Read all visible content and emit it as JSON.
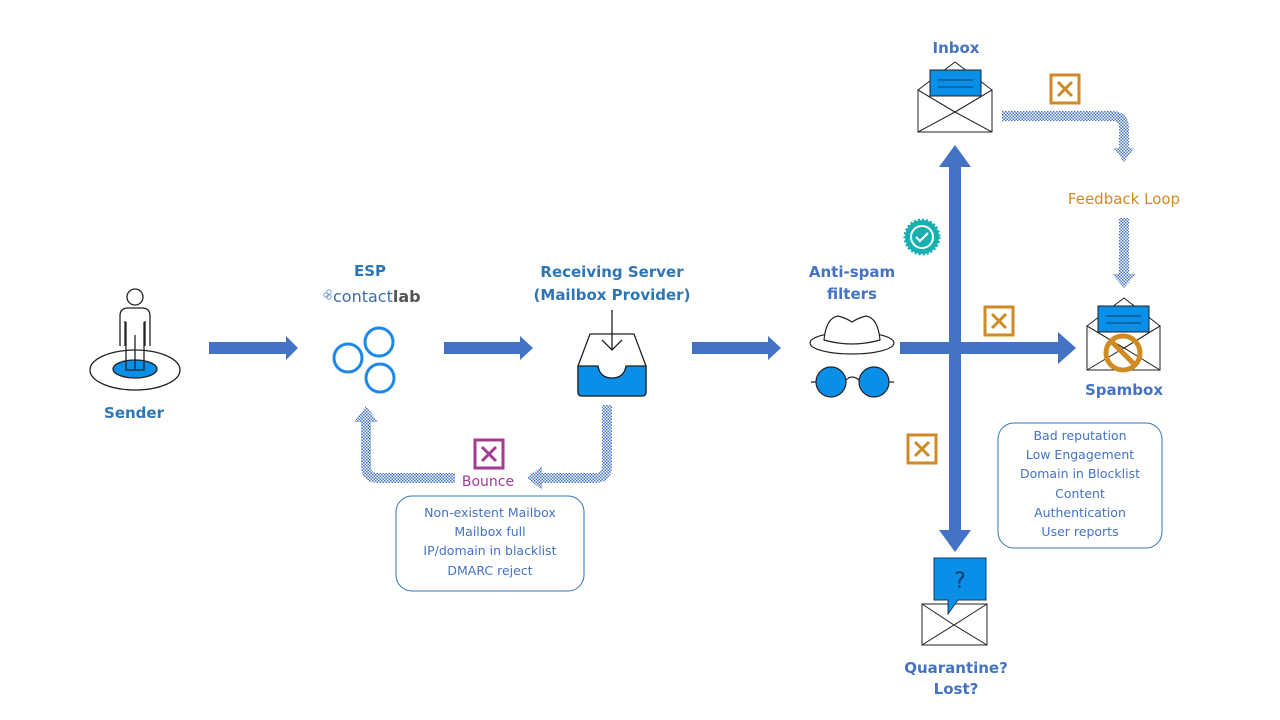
{
  "colors": {
    "arrow": "#4472C4",
    "title": "#2E75B6",
    "accent_blue": "#0A8FE8",
    "orange": "#D08A24",
    "purple": "#A33A93",
    "teal": "#17AFAF"
  },
  "nodes": {
    "sender": {
      "label": "Sender",
      "icon": "person-icon"
    },
    "esp": {
      "label": "ESP",
      "brand_prefix": "contact",
      "brand_suffix": "lab",
      "icon": "contactlab-logo-icon"
    },
    "receiving": {
      "label_line1": "Receiving Server",
      "label_line2": "(Mailbox Provider)",
      "icon": "inbox-tray-icon"
    },
    "antispam": {
      "label_line1": "Anti-spam",
      "label_line2": "filters",
      "icon": "incognito-icon"
    },
    "inbox": {
      "label": "Inbox",
      "icon": "open-envelope-icon"
    },
    "spambox": {
      "label": "Spambox",
      "icon": "blocked-envelope-icon"
    },
    "quarantine": {
      "label_line1": "Quarantine?",
      "label_line2": "Lost?",
      "icon": "question-envelope-icon"
    }
  },
  "feedback_loop": {
    "label": "Feedback Loop"
  },
  "bounce": {
    "label": "Bounce",
    "reasons": [
      "Non-existent Mailbox",
      "Mailbox full",
      "IP/domain in blacklist",
      "DMARC reject"
    ]
  },
  "spam_reasons": [
    "Bad reputation",
    "Low Engagement",
    "Domain in Blocklist",
    "Content",
    "Authentication",
    "User reports"
  ]
}
